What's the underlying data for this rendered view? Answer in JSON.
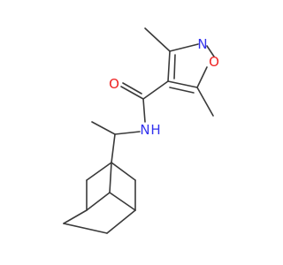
{
  "molecule": {
    "atoms": [
      {
        "id": "a-n-ring",
        "text": "N",
        "color": "#3333ee"
      },
      {
        "id": "a-o-ring",
        "text": "O",
        "color": "#ee2222"
      },
      {
        "id": "a-o-carbonyl",
        "text": "O",
        "color": "#ee2222"
      },
      {
        "id": "a-nh",
        "text": "N",
        "color": "#3333ee"
      },
      {
        "id": "a-h",
        "text": "H",
        "color": "#3333ee"
      }
    ],
    "bond_color": "#3a3a3a"
  }
}
